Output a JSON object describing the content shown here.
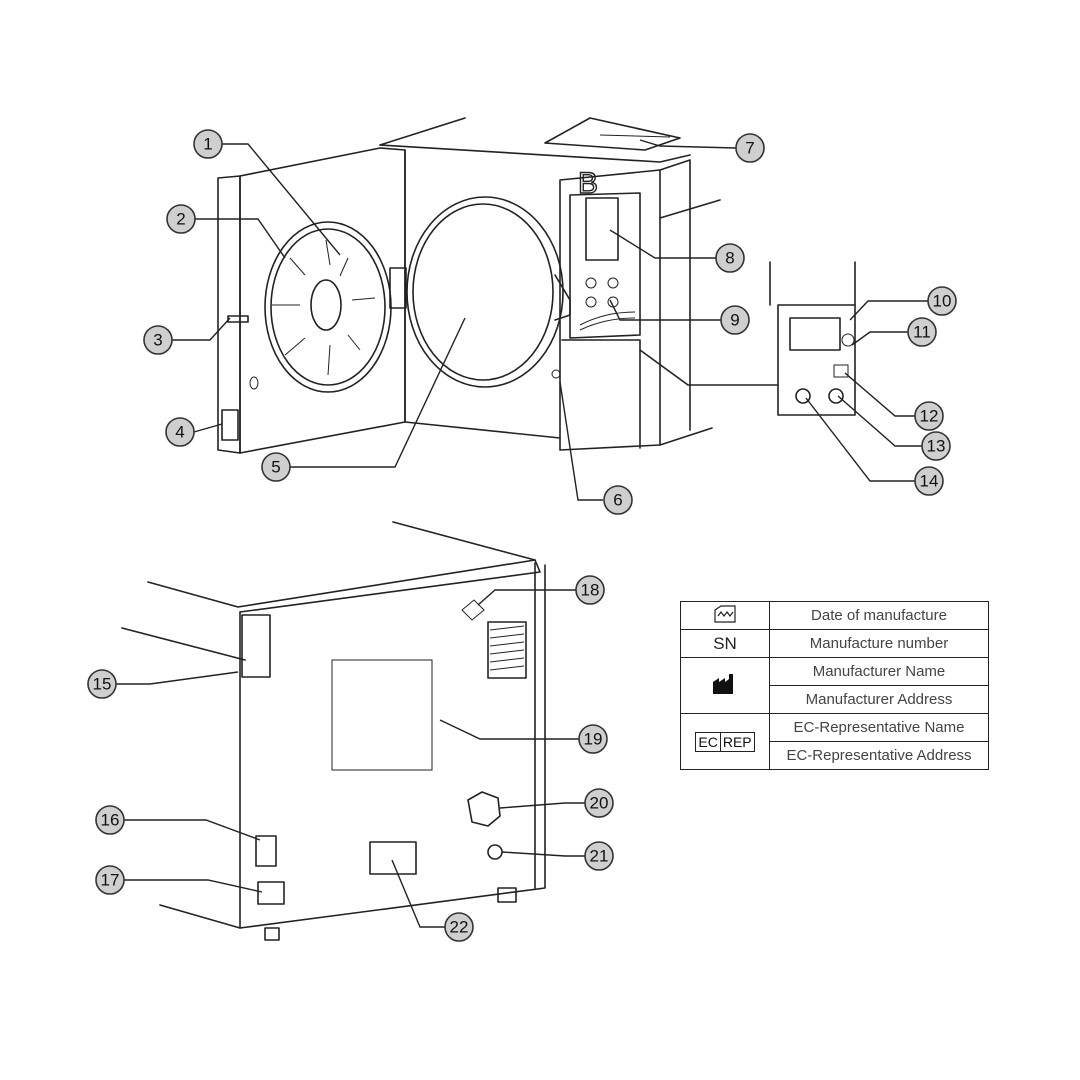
{
  "callouts": [
    "1",
    "2",
    "3",
    "4",
    "5",
    "6",
    "7",
    "8",
    "9",
    "10",
    "11",
    "12",
    "13",
    "14",
    "15",
    "16",
    "17",
    "18",
    "19",
    "20",
    "21",
    "22"
  ],
  "legend": {
    "rows": [
      {
        "symbol": "date-of-manufacture-icon",
        "label": "Date of manufacture"
      },
      {
        "symbol_text": "SN",
        "label": "Manufacture number"
      },
      {
        "symbol": "manufacturer-icon",
        "label": "Manufacturer Name"
      },
      {
        "label": "Manufacturer Address"
      },
      {
        "symbol_parts": [
          "EC",
          "REP"
        ],
        "label": "EC-Representative Name"
      },
      {
        "label": "EC-Representative Address"
      }
    ]
  },
  "colors": {
    "line": "#222222",
    "callout_fill": "#cfcfcf",
    "background": "#ffffff"
  }
}
